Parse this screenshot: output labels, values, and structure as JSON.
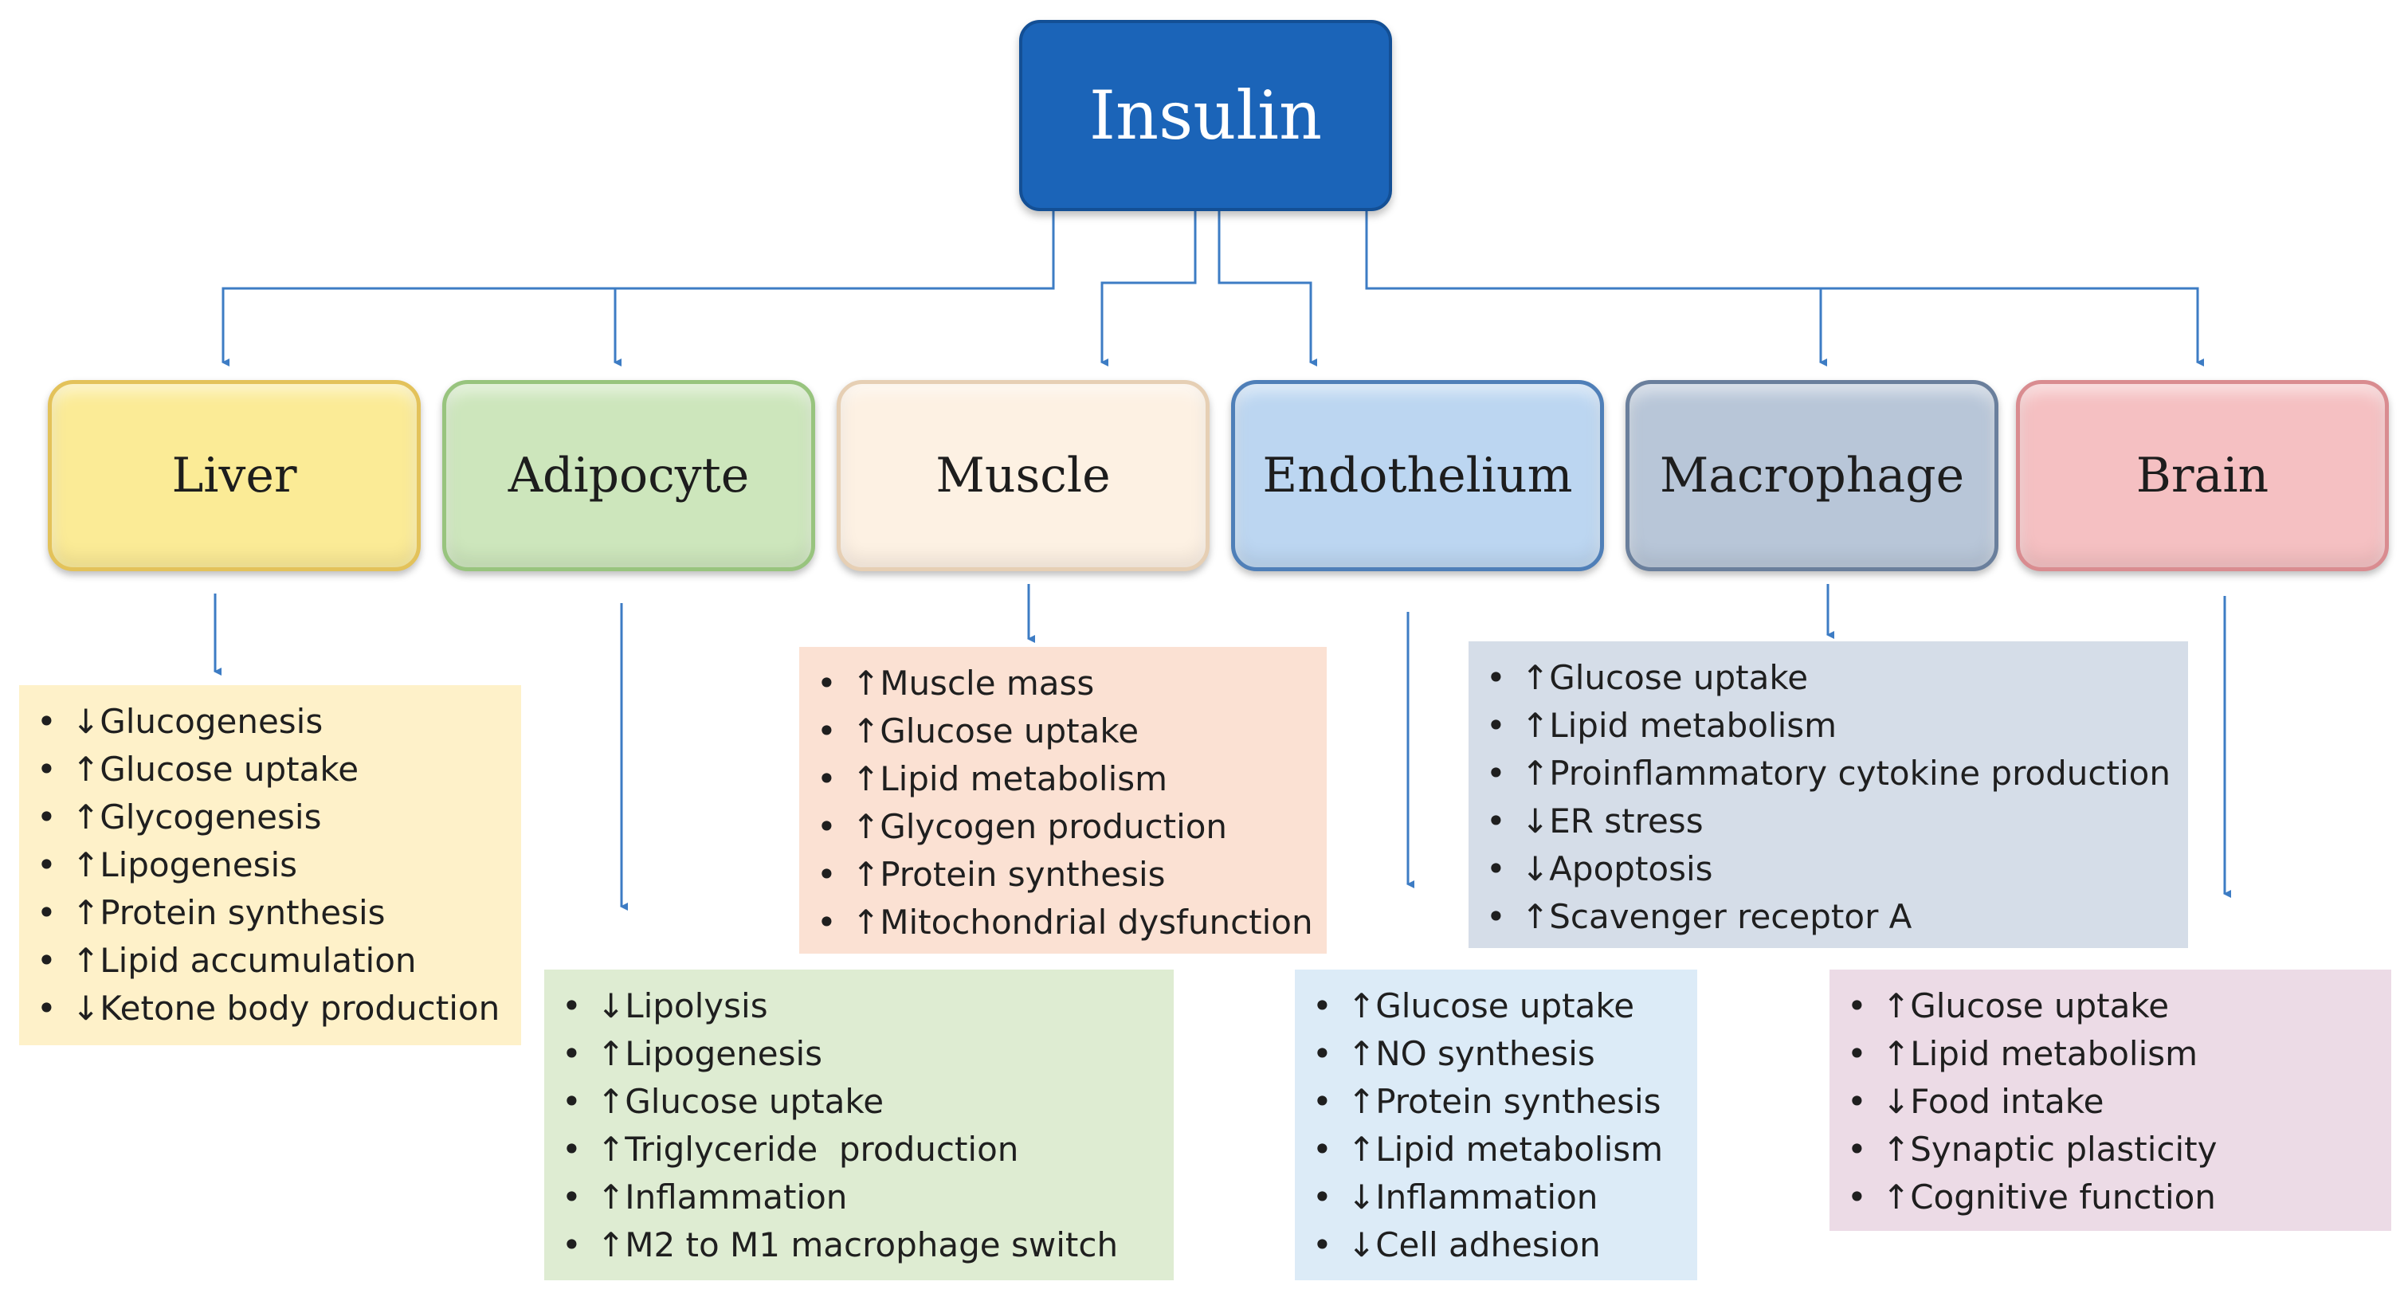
{
  "root": {
    "label": "Insulin",
    "color": "#1b64b8"
  },
  "tissues": [
    {
      "label": "Liver",
      "color": "#fbeb96",
      "border": "#e3c25a",
      "effects": [
        {
          "arrow": "↓",
          "text": "Glucogenesis"
        },
        {
          "arrow": "↑",
          "text": "Glucose uptake"
        },
        {
          "arrow": "↑",
          "text": "Glycogenesis"
        },
        {
          "arrow": "↑",
          "text": "Lipogenesis"
        },
        {
          "arrow": "↑",
          "text": "Protein synthesis"
        },
        {
          "arrow": "↑",
          "text": "Lipid accumulation"
        },
        {
          "arrow": "↓",
          "text": "Ketone body production"
        }
      ],
      "panel_color": "#fef1c9"
    },
    {
      "label": "Adipocyte",
      "color": "#cde6bc",
      "border": "#98c47e",
      "effects": [
        {
          "arrow": "↓",
          "text": "Lipolysis"
        },
        {
          "arrow": "↑",
          "text": "Lipogenesis"
        },
        {
          "arrow": "↑",
          "text": "Glucose uptake"
        },
        {
          "arrow": "↑",
          "text": "Triglyceride  production"
        },
        {
          "arrow": "↑",
          "text": "Inflammation"
        },
        {
          "arrow": "↑",
          "text": "M2 to M1 macrophage switch"
        }
      ],
      "panel_color": "#deecd2"
    },
    {
      "label": "Muscle",
      "color": "#fdf1e3",
      "border": "#e6cfb4",
      "effects": [
        {
          "arrow": "↑",
          "text": "Muscle mass"
        },
        {
          "arrow": "↑",
          "text": "Glucose uptake"
        },
        {
          "arrow": "↑",
          "text": "Lipid metabolism"
        },
        {
          "arrow": "↑",
          "text": "Glycogen production"
        },
        {
          "arrow": "↑",
          "text": "Protein synthesis"
        },
        {
          "arrow": "↑",
          "text": "Mitochondrial dysfunction"
        }
      ],
      "panel_color": "#fbe1d3"
    },
    {
      "label": "Endothelium",
      "color": "#bcd6f1",
      "border": "#4f7fb8",
      "effects": [
        {
          "arrow": "↑",
          "text": "Glucose uptake"
        },
        {
          "arrow": "↑",
          "text": "NO synthesis"
        },
        {
          "arrow": "↑",
          "text": "Protein synthesis"
        },
        {
          "arrow": "↑",
          "text": "Lipid metabolism"
        },
        {
          "arrow": "↓",
          "text": "Inflammation"
        },
        {
          "arrow": "↓",
          "text": "Cell adhesion"
        }
      ],
      "panel_color": "#dcebf7"
    },
    {
      "label": "Macrophage",
      "color": "#b8c6d8",
      "border": "#6a7f9c",
      "effects": [
        {
          "arrow": "↑",
          "text": "Glucose uptake"
        },
        {
          "arrow": "↑",
          "text": "Lipid metabolism"
        },
        {
          "arrow": "↑",
          "text": "Proinflammatory cytokine production"
        },
        {
          "arrow": "↓",
          "text": "ER stress"
        },
        {
          "arrow": "↓",
          "text": "Apoptosis"
        },
        {
          "arrow": "↑",
          "text": "Scavenger receptor A"
        }
      ],
      "panel_color": "#d5dde8"
    },
    {
      "label": "Brain",
      "color": "#f5c0c2",
      "border": "#d98c90",
      "effects": [
        {
          "arrow": "↑",
          "text": "Glucose uptake"
        },
        {
          "arrow": "↑",
          "text": "Lipid metabolism"
        },
        {
          "arrow": "↓",
          "text": "Food intake"
        },
        {
          "arrow": "↑",
          "text": "Synaptic plasticity"
        },
        {
          "arrow": "↑",
          "text": "Cognitive function"
        }
      ],
      "panel_color": "#ecdbe6"
    }
  ],
  "bullet": "•",
  "connector_color": "#3d7cc4"
}
